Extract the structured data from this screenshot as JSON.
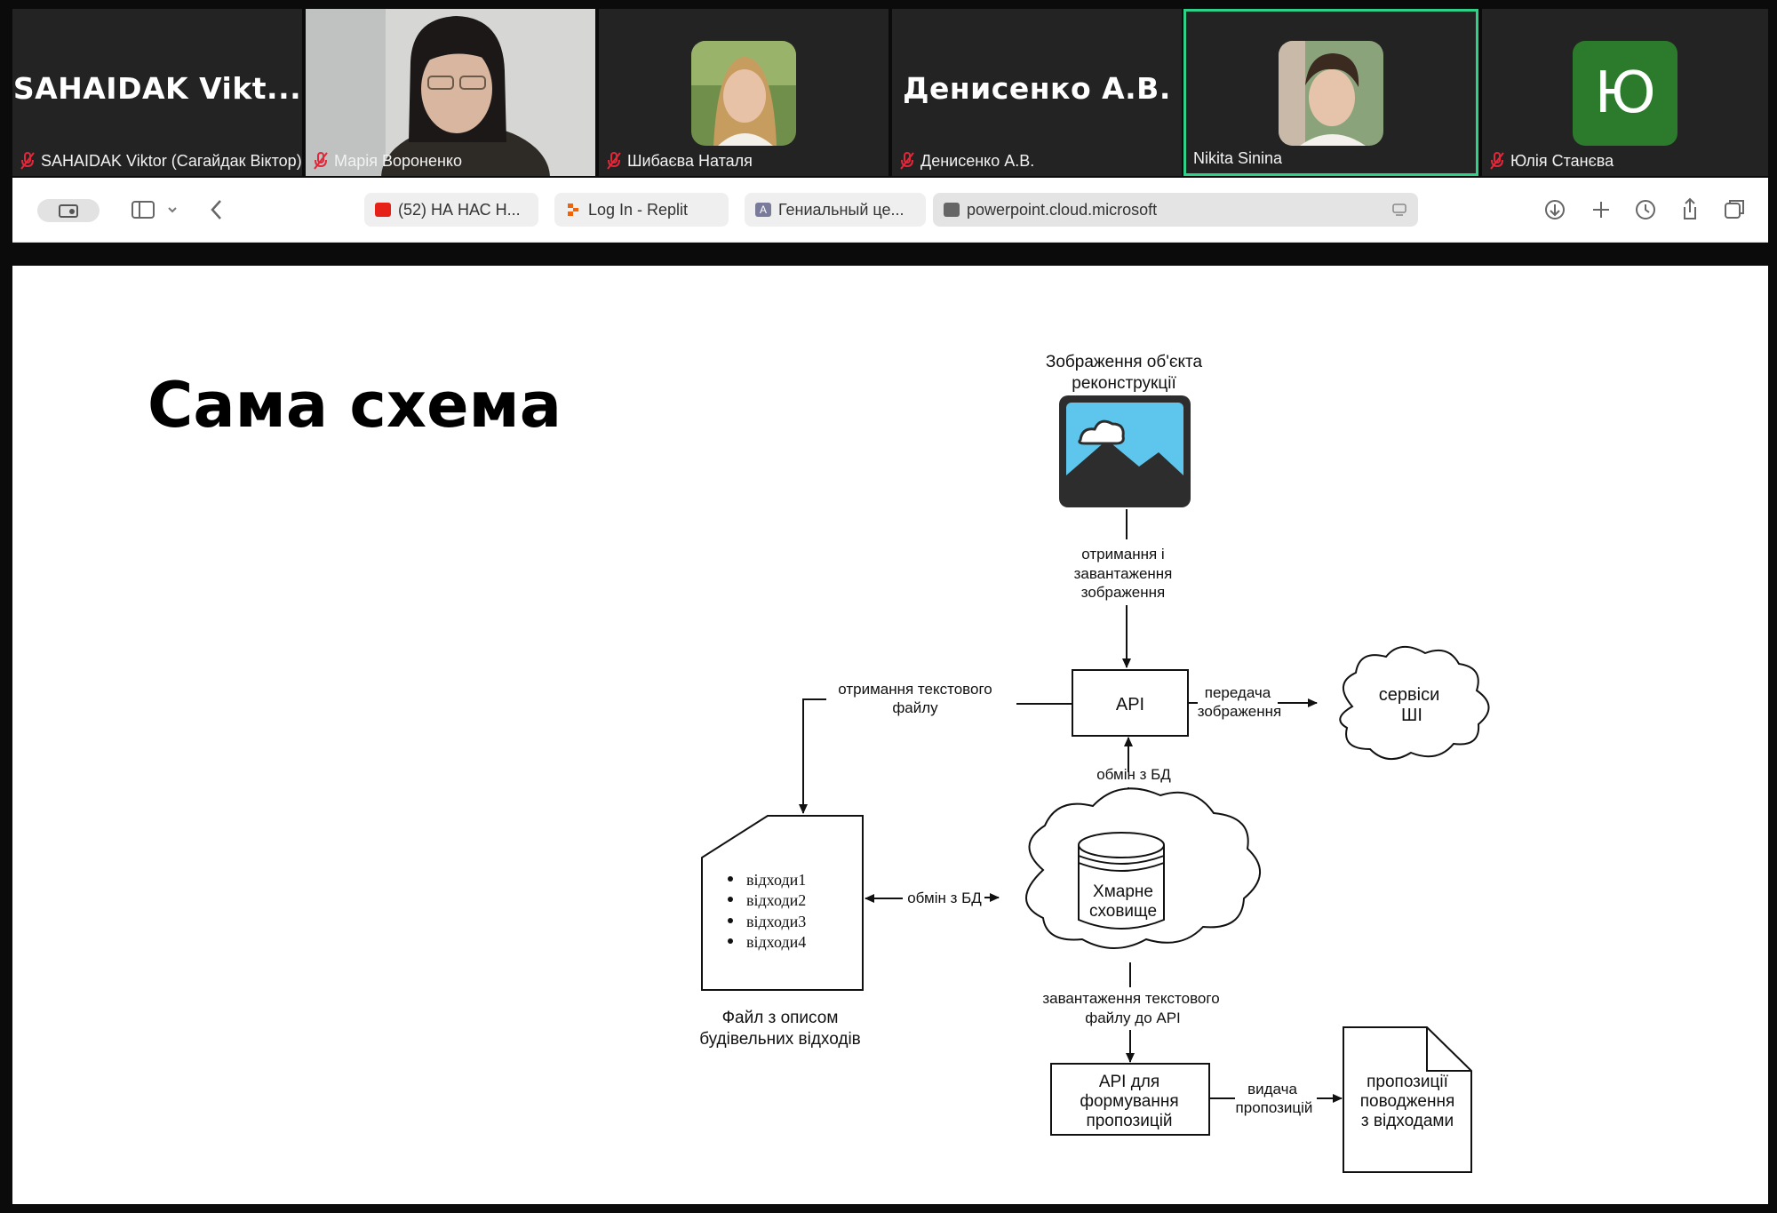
{
  "participants": [
    {
      "big_name": "SAHAIDAK  Vikt...",
      "label": "SAHAIDAK Viktor (Сагайдак Віктор)"
    },
    {
      "label": "Марія Вороненко"
    },
    {
      "label": "Шибаєва Наталя"
    },
    {
      "big_name": "Денисенко А.В.",
      "label": "Денисенко А.В."
    },
    {
      "label": "Nikita Sinina"
    },
    {
      "initial": "Ю",
      "label": "Юлія Станєва"
    }
  ],
  "browser": {
    "tabs": [
      {
        "label": "(52) НА НАС Н...",
        "icon": "youtube-icon"
      },
      {
        "label": "Log In - Replit",
        "icon": "replit-icon"
      },
      {
        "label": "Гениальный це...",
        "icon": "app-icon"
      },
      {
        "label": "powerpoint.cloud.microsoft",
        "icon": "powerpoint-icon"
      }
    ]
  },
  "slide": {
    "title": "Сама схема",
    "nodes": {
      "image_label_1": "Зображення об'єкта",
      "image_label_2": "реконструкції",
      "edge_get_1": "отримання і",
      "edge_get_2": "завантаження",
      "edge_get_3": "зображення",
      "api": "API",
      "edge_transfer_1": "передача",
      "edge_transfer_2": "зображення",
      "ai_1": "сервіси",
      "ai_2": "ШІ",
      "edge_text_1": "отримання текстового",
      "edge_text_2": "файлу",
      "edge_db_1": "обмін з БД",
      "edge_db_2": "обмін з БД",
      "storage_1": "Хмарне",
      "storage_2": "сховище",
      "list_items": [
        "відходи1",
        "відходи2",
        "відходи3",
        "відходи4"
      ],
      "file_caption_1": "Файл з описом",
      "file_caption_2": "будівельних відходів",
      "edge_upload_1": "завантаження текстового",
      "edge_upload_2": "файлу до API",
      "api_prop_1": "API для",
      "api_prop_2": "формування",
      "api_prop_3": "пропозицій",
      "edge_issue_1": "видача",
      "edge_issue_2": "пропозицій",
      "doc_1": "пропозиції",
      "doc_2": "поводження",
      "doc_3": "з відходами"
    }
  },
  "colors": {
    "active_speaker": "#2fd08a",
    "mute_red": "#e0283a",
    "avatar_green": "#2c7a2c"
  }
}
